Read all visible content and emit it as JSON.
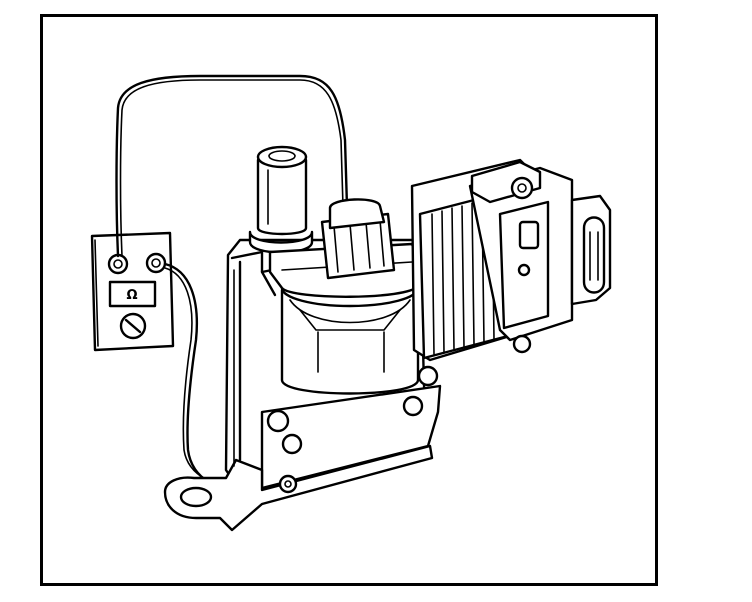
{
  "diagram": {
    "meter": {
      "symbol": "Ω",
      "icon": "ohmmeter-icon"
    },
    "components": [
      "ignition-coil",
      "ignition-control-module",
      "ohmmeter",
      "test-leads"
    ]
  }
}
